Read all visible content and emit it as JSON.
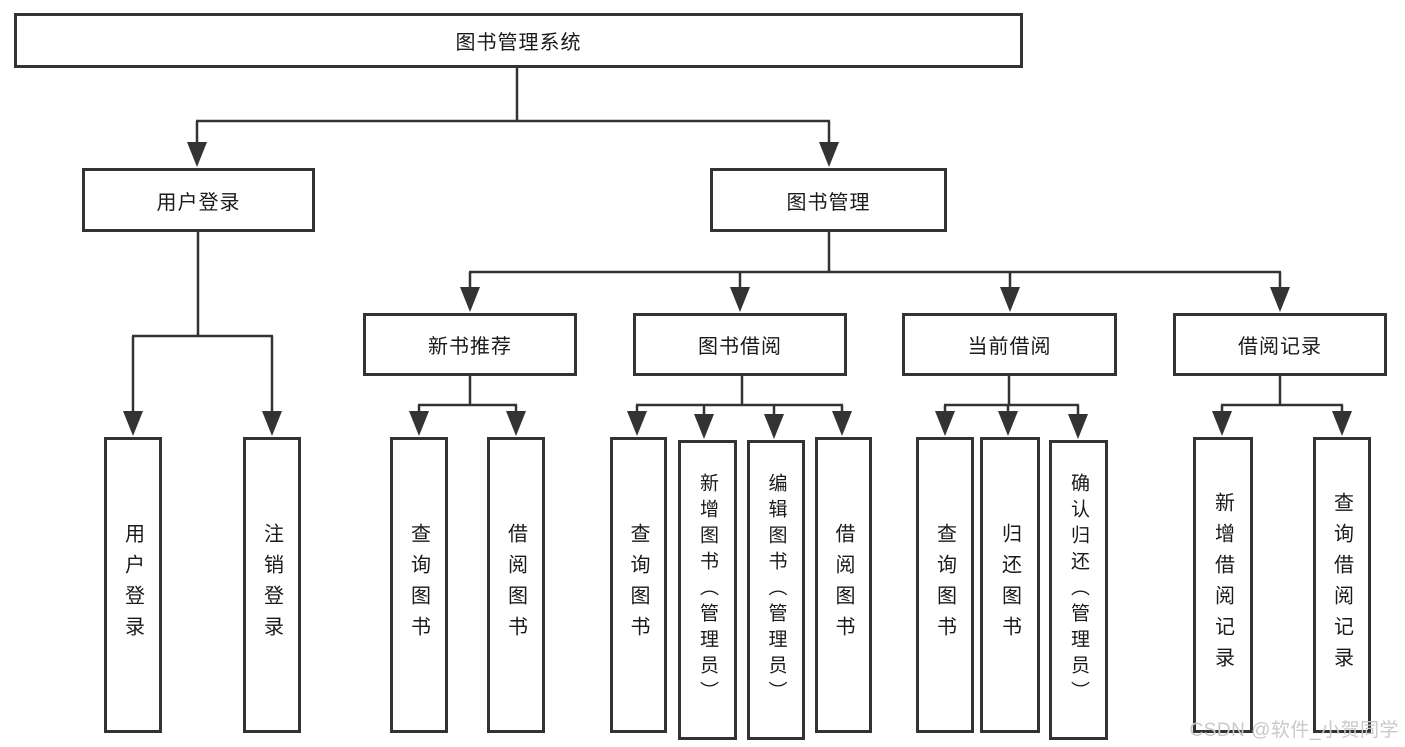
{
  "diagram_type": "tree",
  "nodes": {
    "root": {
      "label": "图书管理系统"
    },
    "user_login": {
      "label": "用户登录"
    },
    "book_mgmt": {
      "label": "图书管理"
    },
    "leaf_user_login": {
      "label": "用户登录"
    },
    "leaf_logout": {
      "label": "注销登录"
    },
    "new_book_rec": {
      "label": "新书推荐"
    },
    "book_borrow": {
      "label": "图书借阅"
    },
    "current_borrow": {
      "label": "当前借阅"
    },
    "borrow_records": {
      "label": "借阅记录"
    },
    "nbr_query_book": {
      "label": "查询图书"
    },
    "nbr_borrow_book": {
      "label": "借阅图书"
    },
    "bb_query_book": {
      "label": "查询图书"
    },
    "bb_add_book": {
      "label": "新增图书（管理员）"
    },
    "bb_edit_book": {
      "label": "编辑图书（管理员）"
    },
    "bb_borrow_book": {
      "label": "借阅图书"
    },
    "cb_query_book": {
      "label": "查询图书"
    },
    "cb_return_book": {
      "label": "归还图书"
    },
    "cb_confirm_return": {
      "label": "确认归还（管理员）"
    },
    "br_add_record": {
      "label": "新增借阅记录"
    },
    "br_query_record": {
      "label": "查询借阅记录"
    }
  },
  "hierarchy": {
    "label": "图书管理系统",
    "children": [
      {
        "label": "用户登录",
        "children": [
          {
            "label": "用户登录"
          },
          {
            "label": "注销登录"
          }
        ]
      },
      {
        "label": "图书管理",
        "children": [
          {
            "label": "新书推荐",
            "children": [
              {
                "label": "查询图书"
              },
              {
                "label": "借阅图书"
              }
            ]
          },
          {
            "label": "图书借阅",
            "children": [
              {
                "label": "查询图书"
              },
              {
                "label": "新增图书（管理员）"
              },
              {
                "label": "编辑图书（管理员）"
              },
              {
                "label": "借阅图书"
              }
            ]
          },
          {
            "label": "当前借阅",
            "children": [
              {
                "label": "查询图书"
              },
              {
                "label": "归还图书"
              },
              {
                "label": "确认归还（管理员）"
              }
            ]
          },
          {
            "label": "借阅记录",
            "children": [
              {
                "label": "新增借阅记录"
              },
              {
                "label": "查询借阅记录"
              }
            ]
          }
        ]
      }
    ]
  },
  "watermark": {
    "text": "CSDN @软件_小贺同学"
  },
  "colors": {
    "line": "#333333",
    "box_border": "#333333",
    "text": "#1a1a1a",
    "watermark": "#c9c9c9",
    "background": "#ffffff"
  }
}
